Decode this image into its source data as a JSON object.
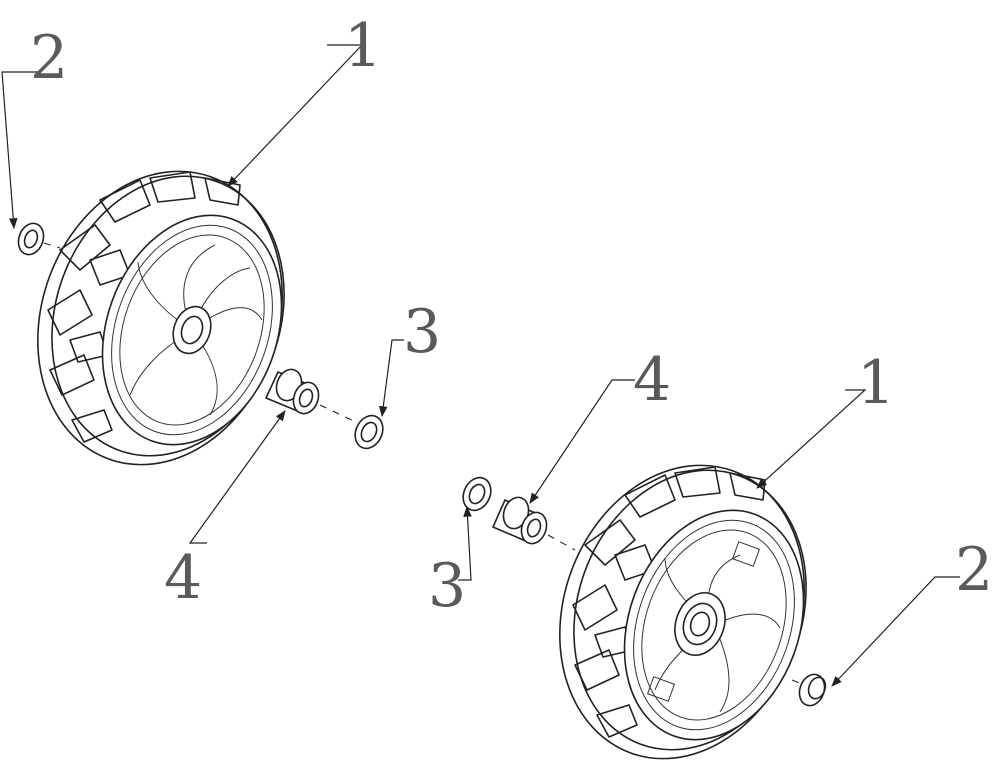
{
  "callouts": {
    "left_wheel": "1",
    "left_bushing": "2",
    "left_washer": "3",
    "left_spacer": "4",
    "right_wheel": "1",
    "right_bushing": "2",
    "right_washer": "3",
    "right_spacer": "4"
  },
  "colors": {
    "line": "#222222",
    "label": "#5a5a5a",
    "background": "#ffffff"
  }
}
